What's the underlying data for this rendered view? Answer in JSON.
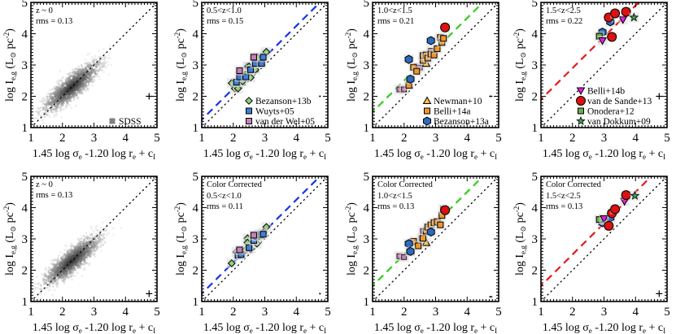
{
  "figure": {
    "xlabel": "1.45 log σe -1.20 log re + cI",
    "ylabel": "log Ie,g (L⊙ pc⁻²)",
    "xticks": [
      1,
      2,
      3,
      4,
      5
    ],
    "yticks": [
      1,
      2,
      3,
      4,
      5
    ]
  },
  "colors": {
    "blue_fit": "#1a33e6",
    "green_fit": "#33cc1a",
    "red_fit": "#e61a1a",
    "bezanson13b": "#8fd07a",
    "wuyts05": "#3d7fd6",
    "vanderwel05": "#c97fb8",
    "newman10": "#f5c040",
    "belli14a": "#f0962a",
    "bezanson13a": "#2a6bbf",
    "belli14b": "#e020e0",
    "vandesande13": "#dd1111",
    "onodera12": "#6aae4a",
    "vandokkum09": "#3f9a5a",
    "sdss": "#808080"
  },
  "chart_data": [
    {
      "type": "scatter",
      "panel": "top-1",
      "title": "z ~ 0",
      "rms": "rms = 0.13",
      "xlabel": "1.45 log σe -1.20 log re + cI",
      "ylabel": "log Ie,g (L⊙ pc⁻²)",
      "xlim": [
        1,
        5
      ],
      "ylim": [
        1,
        5
      ],
      "one_to_one_line": true,
      "fit_line": null,
      "density": {
        "name": "SDSS",
        "center": [
          2.3,
          2.3
        ],
        "spread": [
          0.45,
          0.4
        ],
        "corr": 0.85
      },
      "errorbar_marker": [
        4.75,
        2.0
      ],
      "legend": [
        {
          "label": "SDSS",
          "marker": "square",
          "color": "#808080"
        }
      ],
      "series": []
    },
    {
      "type": "scatter",
      "panel": "top-2",
      "title": "0.5<z<1.0",
      "rms": "rms = 0.15",
      "xlim": [
        1,
        5
      ],
      "ylim": [
        1,
        5
      ],
      "one_to_one_line": true,
      "fit_line": {
        "color": "#1a33e6",
        "intercept": 0.25,
        "slope": 0.95
      },
      "errorbar_marker": [
        4.75,
        2.0
      ],
      "legend": [
        {
          "label": "Bezanson+13b",
          "marker": "diamond",
          "color": "#8fd07a"
        },
        {
          "label": "Wuyts+05",
          "marker": "square",
          "color": "#3d7fd6"
        },
        {
          "label": "van der Wel+05",
          "marker": "square",
          "color": "#c97fb8"
        }
      ],
      "series": [
        {
          "name": "Bezanson+13b",
          "marker": "diamond",
          "color": "#8fd07a",
          "points": [
            [
              1.95,
              2.42
            ],
            [
              2.05,
              2.25
            ],
            [
              2.15,
              2.25
            ],
            [
              2.2,
              2.45
            ],
            [
              2.3,
              2.48
            ],
            [
              2.3,
              2.65
            ],
            [
              2.4,
              2.7
            ],
            [
              2.45,
              2.95
            ],
            [
              2.55,
              2.6
            ],
            [
              2.6,
              2.9
            ],
            [
              2.7,
              2.85
            ],
            [
              2.75,
              3.25
            ],
            [
              3.0,
              3.35
            ],
            [
              3.05,
              3.42
            ],
            [
              2.5,
              2.95
            ],
            [
              2.8,
              3.05
            ]
          ]
        },
        {
          "name": "Wuyts+05",
          "marker": "square",
          "color": "#3d7fd6",
          "points": [
            [
              2.1,
              2.45
            ],
            [
              2.2,
              2.62
            ],
            [
              2.4,
              2.62
            ],
            [
              2.55,
              2.85
            ],
            [
              2.7,
              3.05
            ],
            [
              2.9,
              3.05
            ],
            [
              2.95,
              3.25
            ]
          ]
        },
        {
          "name": "van der Wel+05",
          "marker": "square",
          "color": "#c97fb8",
          "points": [
            [
              2.2,
              2.82
            ],
            [
              2.65,
              3.25
            ]
          ]
        }
      ]
    },
    {
      "type": "scatter",
      "panel": "top-3",
      "title": "1.0<z<1.5",
      "rms": "rms = 0.21",
      "xlim": [
        1,
        5
      ],
      "ylim": [
        1,
        5
      ],
      "one_to_one_line": true,
      "fit_line": {
        "color": "#33cc1a",
        "intercept": 0.5,
        "slope": 0.95
      },
      "errorbar_marker": [
        4.75,
        2.0
      ],
      "legend": [
        {
          "label": "Newman+10",
          "marker": "triangle",
          "color": "#f5c040"
        },
        {
          "label": "Belli+14a",
          "marker": "square",
          "color": "#f0962a"
        },
        {
          "label": "Bezanson+13a",
          "marker": "hexagon",
          "color": "#2a6bbf"
        }
      ],
      "series": [
        {
          "name": "unlabeled-pink",
          "marker": "square-small",
          "color": "#c97fb8",
          "points": [
            [
              1.85,
              2.22
            ],
            [
              2.0,
              2.22
            ],
            [
              2.5,
              2.92
            ],
            [
              2.85,
              3.45
            ]
          ]
        },
        {
          "name": "Newman+10",
          "marker": "triangle",
          "color": "#f5c040",
          "points": [
            [
              2.7,
              3.05
            ]
          ]
        },
        {
          "name": "Belli+14a",
          "marker": "square",
          "color": "#f0962a",
          "points": [
            [
              2.15,
              2.35
            ],
            [
              2.3,
              2.93
            ],
            [
              2.4,
              2.8
            ],
            [
              2.6,
              3.15
            ],
            [
              2.6,
              3.3
            ],
            [
              2.7,
              3.32
            ],
            [
              2.75,
              3.22
            ],
            [
              2.85,
              3.35
            ],
            [
              2.95,
              3.32
            ],
            [
              3.05,
              3.52
            ],
            [
              3.15,
              3.88
            ],
            [
              3.2,
              3.72
            ],
            [
              3.25,
              3.85
            ]
          ]
        },
        {
          "name": "Bezanson+13a",
          "marker": "hexagon",
          "color": "#2a6bbf",
          "points": [
            [
              2.15,
              3.18
            ],
            [
              2.2,
              2.55
            ],
            [
              2.85,
              3.78
            ]
          ]
        },
        {
          "name": "unlabeled-red",
          "marker": "circle",
          "color": "#dd1111",
          "points": [
            [
              3.3,
              4.2
            ]
          ]
        }
      ]
    },
    {
      "type": "scatter",
      "panel": "top-4",
      "title": "1.5<z<2.5",
      "rms": "rms = 0.22",
      "xlim": [
        1,
        5
      ],
      "ylim": [
        1,
        5
      ],
      "one_to_one_line": true,
      "fit_line": {
        "color": "#e61a1a",
        "intercept": 0.9,
        "slope": 0.95
      },
      "errorbar_marker": [
        4.75,
        2.0
      ],
      "legend": [
        {
          "label": "Belli+14b",
          "marker": "triangle-down",
          "color": "#e020e0"
        },
        {
          "label": "van de Sande+13",
          "marker": "circle",
          "color": "#dd1111"
        },
        {
          "label": "Onodera+12",
          "marker": "square",
          "color": "#6aae4a"
        },
        {
          "label": "van Dokkum+09",
          "marker": "star",
          "color": "#3f9a5a"
        }
      ],
      "series": [
        {
          "name": "Bezanson-blue",
          "marker": "hexagon",
          "color": "#2a6bbf",
          "points": [
            [
              2.95,
              4.05
            ],
            [
              3.2,
              4.38
            ]
          ]
        },
        {
          "name": "Onodera+12",
          "marker": "square",
          "color": "#6aae4a",
          "points": [
            [
              2.85,
              3.92
            ]
          ]
        },
        {
          "name": "Belli+14b",
          "marker": "triangle-down",
          "color": "#e020e0",
          "points": [
            [
              2.95,
              3.78
            ],
            [
              3.6,
              4.45
            ]
          ]
        },
        {
          "name": "van de Sande+13",
          "marker": "circle",
          "color": "#dd1111",
          "points": [
            [
              3.15,
              4.52
            ],
            [
              3.35,
              4.65
            ],
            [
              3.7,
              4.7
            ],
            [
              3.25,
              3.9
            ]
          ]
        },
        {
          "name": "van Dokkum+09",
          "marker": "star",
          "color": "#3f9a5a",
          "points": [
            [
              3.95,
              4.52
            ]
          ]
        }
      ]
    },
    {
      "type": "scatter",
      "panel": "bottom-1",
      "title": "z ~ 0",
      "rms": "rms = 0.13",
      "xlim": [
        1,
        5
      ],
      "ylim": [
        1,
        5
      ],
      "one_to_one_line": true,
      "fit_line": null,
      "density": {
        "name": "SDSS",
        "center": [
          2.3,
          2.3
        ],
        "spread": [
          0.45,
          0.4
        ],
        "corr": 0.85
      },
      "errorbar_marker": [
        4.75,
        1.25
      ],
      "legend": [],
      "series": []
    },
    {
      "type": "scatter",
      "panel": "bottom-2",
      "header": "Color Corrected",
      "title": "0.5<z<1.0",
      "rms": "rms = 0.11",
      "xlim": [
        1,
        5
      ],
      "ylim": [
        1,
        5
      ],
      "one_to_one_line": true,
      "fit_line": {
        "color": "#1a33e6",
        "intercept": 0.25,
        "slope": 0.95
      },
      "errorbar_marker": [
        4.75,
        1.25
      ],
      "legend": [],
      "series": [
        {
          "name": "Bezanson+13b",
          "marker": "diamond",
          "color": "#8fd07a",
          "points": [
            [
              1.95,
              2.22
            ],
            [
              2.1,
              2.58
            ],
            [
              2.2,
              2.5
            ],
            [
              2.3,
              2.58
            ],
            [
              2.4,
              2.65
            ],
            [
              2.45,
              3.02
            ],
            [
              2.45,
              2.88
            ],
            [
              2.55,
              2.68
            ],
            [
              2.75,
              2.85
            ],
            [
              2.8,
              3.15
            ],
            [
              2.7,
              2.98
            ],
            [
              3.05,
              3.38
            ],
            [
              2.95,
              3.2
            ]
          ]
        },
        {
          "name": "Wuyts+05",
          "marker": "square",
          "color": "#3d7fd6",
          "points": [
            [
              2.15,
              2.48
            ],
            [
              2.25,
              2.5
            ],
            [
              2.5,
              2.72
            ],
            [
              2.65,
              2.95
            ],
            [
              2.75,
              3.08
            ],
            [
              2.88,
              3.12
            ],
            [
              2.95,
              3.15
            ]
          ]
        },
        {
          "name": "van der Wel+05",
          "marker": "square",
          "color": "#c97fb8",
          "points": [
            [
              2.2,
              2.65
            ],
            [
              2.65,
              3.12
            ]
          ]
        }
      ]
    },
    {
      "type": "scatter",
      "panel": "bottom-3",
      "header": "Color Corrected",
      "title": "1.0<z<1.5",
      "rms": "rms = 0.13",
      "xlim": [
        1,
        5
      ],
      "ylim": [
        1,
        5
      ],
      "one_to_one_line": true,
      "fit_line": {
        "color": "#33cc1a",
        "intercept": 0.5,
        "slope": 0.95
      },
      "errorbar_marker": [
        4.75,
        1.15
      ],
      "legend": [],
      "series": [
        {
          "name": "unlabeled-pink",
          "marker": "square-small",
          "color": "#c97fb8",
          "points": [
            [
              1.85,
              2.45
            ],
            [
              2.0,
              2.42
            ],
            [
              2.55,
              3.02
            ],
            [
              2.6,
              3.25
            ]
          ]
        },
        {
          "name": "Newman+10",
          "marker": "triangle",
          "color": "#f5c040",
          "points": [
            [
              2.7,
              2.88
            ]
          ]
        },
        {
          "name": "Belli+14a",
          "marker": "square",
          "color": "#f0962a",
          "points": [
            [
              2.2,
              2.6
            ],
            [
              2.3,
              2.92
            ],
            [
              2.45,
              2.78
            ],
            [
              2.6,
              3.02
            ],
            [
              2.7,
              3.25
            ],
            [
              2.75,
              3.38
            ],
            [
              2.85,
              3.45
            ],
            [
              2.95,
              3.52
            ],
            [
              3.05,
              3.55
            ],
            [
              3.15,
              3.45
            ],
            [
              3.2,
              3.75
            ],
            [
              3.25,
              3.95
            ]
          ]
        },
        {
          "name": "Bezanson+13a",
          "marker": "hexagon",
          "color": "#2a6bbf",
          "points": [
            [
              2.15,
              2.85
            ],
            [
              2.2,
              2.6
            ],
            [
              2.85,
              3.22
            ]
          ]
        },
        {
          "name": "unlabeled-red",
          "marker": "circle",
          "color": "#dd1111",
          "points": [
            [
              3.3,
              3.92
            ]
          ]
        }
      ]
    },
    {
      "type": "scatter",
      "panel": "bottom-4",
      "header": "Color Corrected",
      "title": "1.5<z<2.5",
      "rms": "rms = 0.13",
      "xlim": [
        1,
        5
      ],
      "ylim": [
        1,
        5
      ],
      "one_to_one_line": true,
      "fit_line": {
        "color": "#e61a1a",
        "intercept": 0.5,
        "slope": 0.95
      },
      "errorbar_marker": [
        4.75,
        1.25
      ],
      "legend": [],
      "series": [
        {
          "name": "Bezanson-blue",
          "marker": "hexagon",
          "color": "#2a6bbf",
          "points": [
            [
              2.95,
              3.52
            ],
            [
              3.05,
              3.6
            ],
            [
              3.2,
              3.68
            ]
          ]
        },
        {
          "name": "Onodera+12",
          "marker": "square",
          "color": "#6aae4a",
          "points": [
            [
              2.85,
              3.62
            ]
          ]
        },
        {
          "name": "Belli+14b",
          "marker": "triangle-down",
          "color": "#e020e0",
          "points": [
            [
              3.0,
              3.65
            ],
            [
              3.65,
              4.2
            ]
          ]
        },
        {
          "name": "van de Sande+13",
          "marker": "circle",
          "color": "#dd1111",
          "points": [
            [
              3.15,
              3.42
            ],
            [
              3.25,
              3.82
            ],
            [
              3.35,
              3.95
            ],
            [
              3.7,
              4.4
            ]
          ]
        },
        {
          "name": "van Dokkum+09",
          "marker": "star",
          "color": "#3f9a5a",
          "points": [
            [
              3.98,
              4.38
            ]
          ]
        }
      ]
    }
  ]
}
